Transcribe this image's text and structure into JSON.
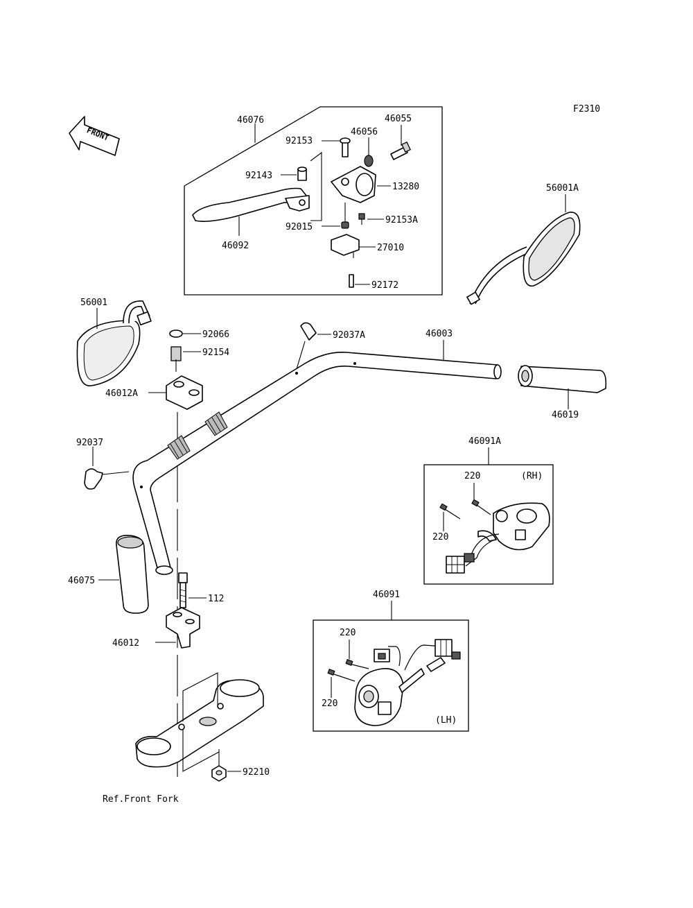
{
  "figure_code": "F2310",
  "front_arrow_label": "FRONT",
  "reference_note": "Ref.Front Fork",
  "side_labels": {
    "rh": "(RH)",
    "lh": "(LH)"
  },
  "callouts": {
    "c46076": "46076",
    "c46055": "46055",
    "c46056": "46056",
    "c92153": "92153",
    "c92143": "92143",
    "c13280": "13280",
    "c92015": "92015",
    "c92153A": "92153A",
    "c46092": "46092",
    "c27010": "27010",
    "c92172": "92172",
    "c56001A": "56001A",
    "c56001": "56001",
    "c92066": "92066",
    "c92154": "92154",
    "c46012A": "46012A",
    "c92037A": "92037A",
    "c46003": "46003",
    "c46019": "46019",
    "c92037": "92037",
    "c46091A": "46091A",
    "c220_rh_top": "220",
    "c220_rh_bottom": "220",
    "c46075": "46075",
    "c112": "112",
    "c46012": "46012",
    "c46091": "46091",
    "c220_lh_top": "220",
    "c220_lh_bottom": "220",
    "c92210": "92210"
  }
}
